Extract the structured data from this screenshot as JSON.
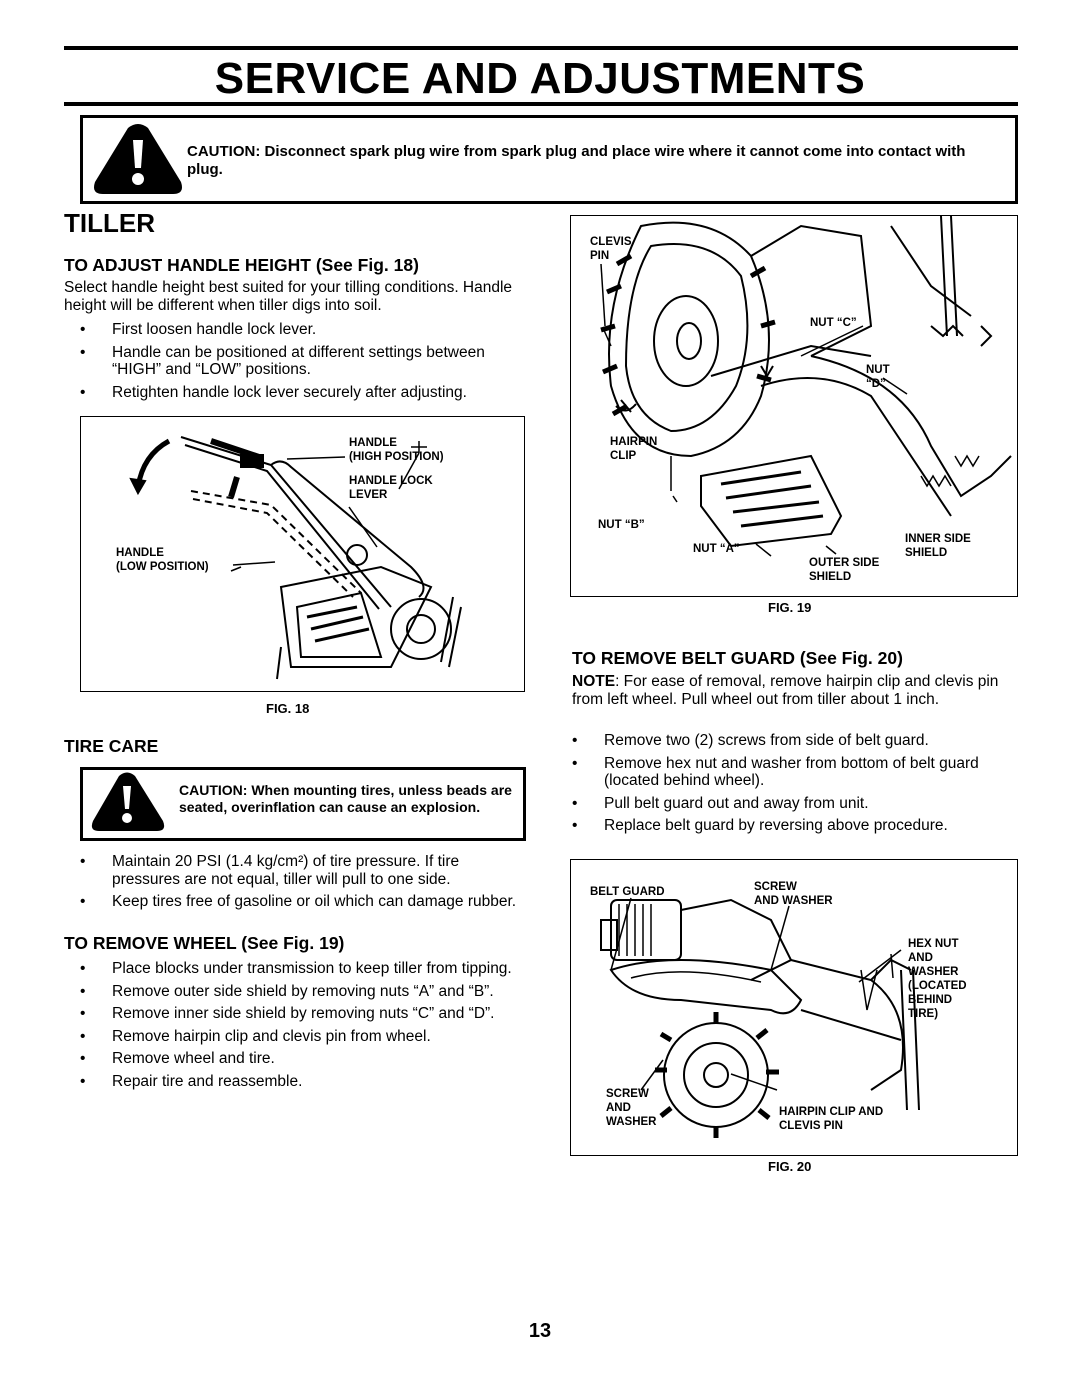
{
  "header": {
    "title": "SERVICE  AND  ADJUSTMENTS"
  },
  "top_caution": "CAUTION:  Disconnect spark plug wire from spark plug and place wire where it cannot come into contact with plug.",
  "section_title": "TILLER",
  "handle_height": {
    "heading": "TO ADJUST HANDLE HEIGHT (See Fig. 18)",
    "intro": "Select handle height best suited for your tilling conditions. Handle height will be different when tiller digs into soil.",
    "bullets": [
      "First loosen handle lock lever.",
      "Handle can be positioned at different settings between “HIGH” and “LOW” positions.",
      "Retighten handle lock lever securely after adjusting."
    ]
  },
  "fig18": {
    "labels": {
      "handle_high": "HANDLE\n(HIGH POSITION)",
      "lock_lever": "HANDLE LOCK\nLEVER",
      "handle_low": "HANDLE\n(LOW POSITION)"
    },
    "caption": "FIG. 18"
  },
  "tire_care": {
    "heading": "TIRE CARE",
    "caution": "CAUTION:  When mounting tires, unless beads are seated, overinflation can cause an explosion.",
    "bullets": [
      "Maintain 20 PSI (1.4 kg/cm²) of tire pressure.  If tire pressures are not equal, tiller will pull to one side.",
      "Keep tires free of gasoline or oil which can damage rubber."
    ]
  },
  "remove_wheel": {
    "heading": "TO REMOVE WHEEL (See Fig. 19)",
    "bullets": [
      "Place blocks under transmission to keep tiller from tipping.",
      "Remove outer side shield by removing nuts “A” and “B”.",
      "Remove inner side shield by removing nuts “C” and “D”.",
      "Remove hairpin clip and clevis pin from wheel.",
      "Remove wheel and tire.",
      "Repair tire and reassemble."
    ]
  },
  "fig19": {
    "labels": {
      "clevis_pin": "CLEVIS\nPIN",
      "nut_c": "NUT “C”",
      "nut_d": "NUT\n“D”",
      "hairpin_clip": "HAIRPIN\nCLIP",
      "nut_b": "NUT “B”",
      "nut_a": "NUT “A”",
      "inner_side_shield": "INNER SIDE\nSHIELD",
      "outer_side_shield": "OUTER SIDE\nSHIELD"
    },
    "caption": "FIG. 19"
  },
  "belt_guard": {
    "heading": "TO REMOVE BELT GUARD (See Fig. 20)",
    "note_label": "NOTE",
    "note": ":  For ease of removal, remove hairpin clip and clevis  pin from left wheel.  Pull wheel out from tiller about 1 inch.",
    "bullets": [
      "Remove two (2) screws from side of belt guard.",
      "Remove hex nut and washer from bottom of belt guard (located behind wheel).",
      "Pull belt guard out and away from unit.",
      "Replace belt guard by reversing above procedure."
    ]
  },
  "fig20": {
    "labels": {
      "belt_guard": "BELT GUARD",
      "screw_washer_top": "SCREW\nAND WASHER",
      "hex_nut": "HEX NUT\nAND\nWASHER\n(LOCATED\nBEHIND\nTIRE)",
      "screw_washer_bottom": "SCREW\nAND\nWASHER",
      "hairpin_clevis": "HAIRPIN CLIP AND\nCLEVIS PIN"
    },
    "caption": "FIG. 20"
  },
  "page_number": "13"
}
